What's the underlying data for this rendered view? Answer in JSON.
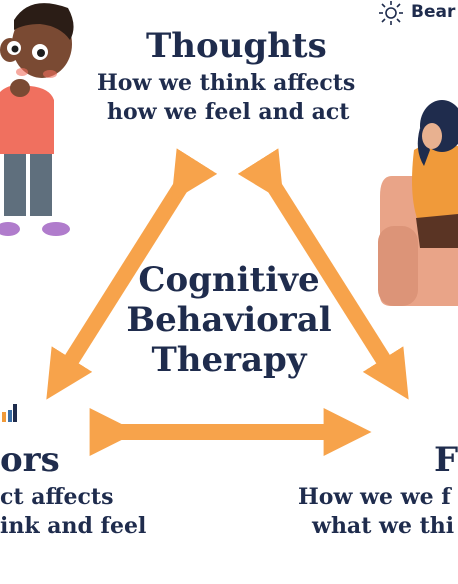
{
  "brand": {
    "name": "Bear"
  },
  "thoughts": {
    "title": "Thoughts",
    "desc_line1": "How we think affects",
    "desc_line2": "how we feel and act"
  },
  "behaviors": {
    "title": "ors",
    "desc_line1": "ct affects",
    "desc_line2": "ink and feel"
  },
  "feelings": {
    "title": "F",
    "desc_line1": "How we we f",
    "desc_line2": "what we thi"
  },
  "center": {
    "line1": "Cognitive",
    "line2": "Behavioral",
    "line3": "Therapy"
  },
  "colors": {
    "arrow": "#f7a34b",
    "text": "#1f2c4d",
    "shirt_boy": "#f0705f",
    "sweater_woman": "#f09a3a",
    "chair": "#e9a488"
  }
}
